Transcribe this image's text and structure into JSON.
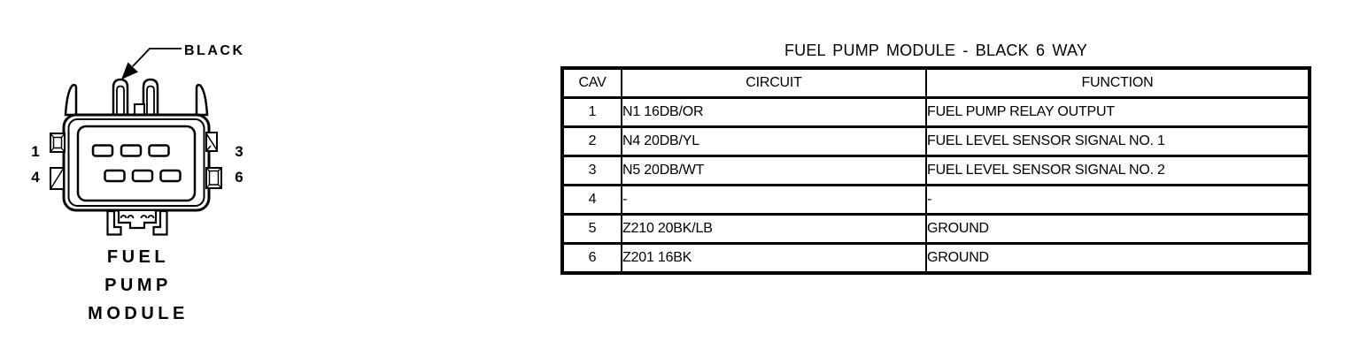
{
  "diagram": {
    "connector_color_label": "BLACK",
    "caption_lines": [
      "FUEL",
      "PUMP",
      "MODULE"
    ],
    "pin_labels": {
      "top_left": "1",
      "bottom_left": "4",
      "top_right": "3",
      "bottom_right": "6"
    }
  },
  "table": {
    "title": "FUEL PUMP MODULE - BLACK 6 WAY",
    "headers": [
      "CAV",
      "CIRCUIT",
      "FUNCTION"
    ],
    "rows": [
      {
        "cav": "1",
        "circuit": "N1 16DB/OR",
        "function": "FUEL PUMP RELAY OUTPUT"
      },
      {
        "cav": "2",
        "circuit": "N4 20DB/YL",
        "function": "FUEL LEVEL SENSOR SIGNAL NO. 1"
      },
      {
        "cav": "3",
        "circuit": "N5 20DB/WT",
        "function": "FUEL LEVEL SENSOR SIGNAL NO. 2"
      },
      {
        "cav": "4",
        "circuit": "-",
        "function": "-"
      },
      {
        "cav": "5",
        "circuit": "Z210 20BK/LB",
        "function": "GROUND"
      },
      {
        "cav": "6",
        "circuit": "Z201 16BK",
        "function": "GROUND"
      }
    ]
  },
  "colors": {
    "ink": "#000000",
    "background": "#ffffff"
  }
}
